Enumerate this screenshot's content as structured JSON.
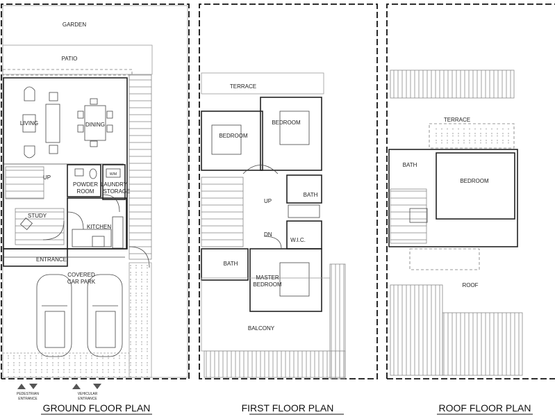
{
  "plans": [
    {
      "title": "GROUND FLOOR PLAN",
      "rooms": {
        "garden": "GARDEN",
        "patio": "PATIO",
        "living": "LIVING",
        "dining": "DINING",
        "up": "UP",
        "powder_room_1": "POWDER",
        "powder_room_2": "ROOM",
        "laundry_1": "LAUNDRY",
        "laundry_2": "STORAGE",
        "wm": "W/M",
        "study": "STUDY",
        "kitchen": "KITCHEN",
        "entrance": "ENTRANCE",
        "car_park_1": "COVERED",
        "car_park_2": "CAR PARK"
      },
      "entrances": {
        "pedestrian_1": "PEDESTRIAN",
        "pedestrian_2": "ENTRANCE",
        "vehicular_1": "VEHICULAR",
        "vehicular_2": "ENTRANCE"
      }
    },
    {
      "title": "FIRST FLOOR PLAN",
      "rooms": {
        "terrace": "TERRACE",
        "bedroom_1": "BEDROOM",
        "bedroom_2": "BEDROOM",
        "bath_1": "BATH",
        "up": "UP",
        "dn": "DN",
        "wic": "W.I.C.",
        "bath_2": "BATH",
        "master_1": "MASTER",
        "master_2": "BEDROOM",
        "balcony": "BALCONY"
      }
    },
    {
      "title": "ROOF FLOOR PLAN",
      "rooms": {
        "terrace": "TERRACE",
        "bath": "BATH",
        "bedroom": "BEDROOM",
        "roof": "ROOF"
      }
    }
  ]
}
